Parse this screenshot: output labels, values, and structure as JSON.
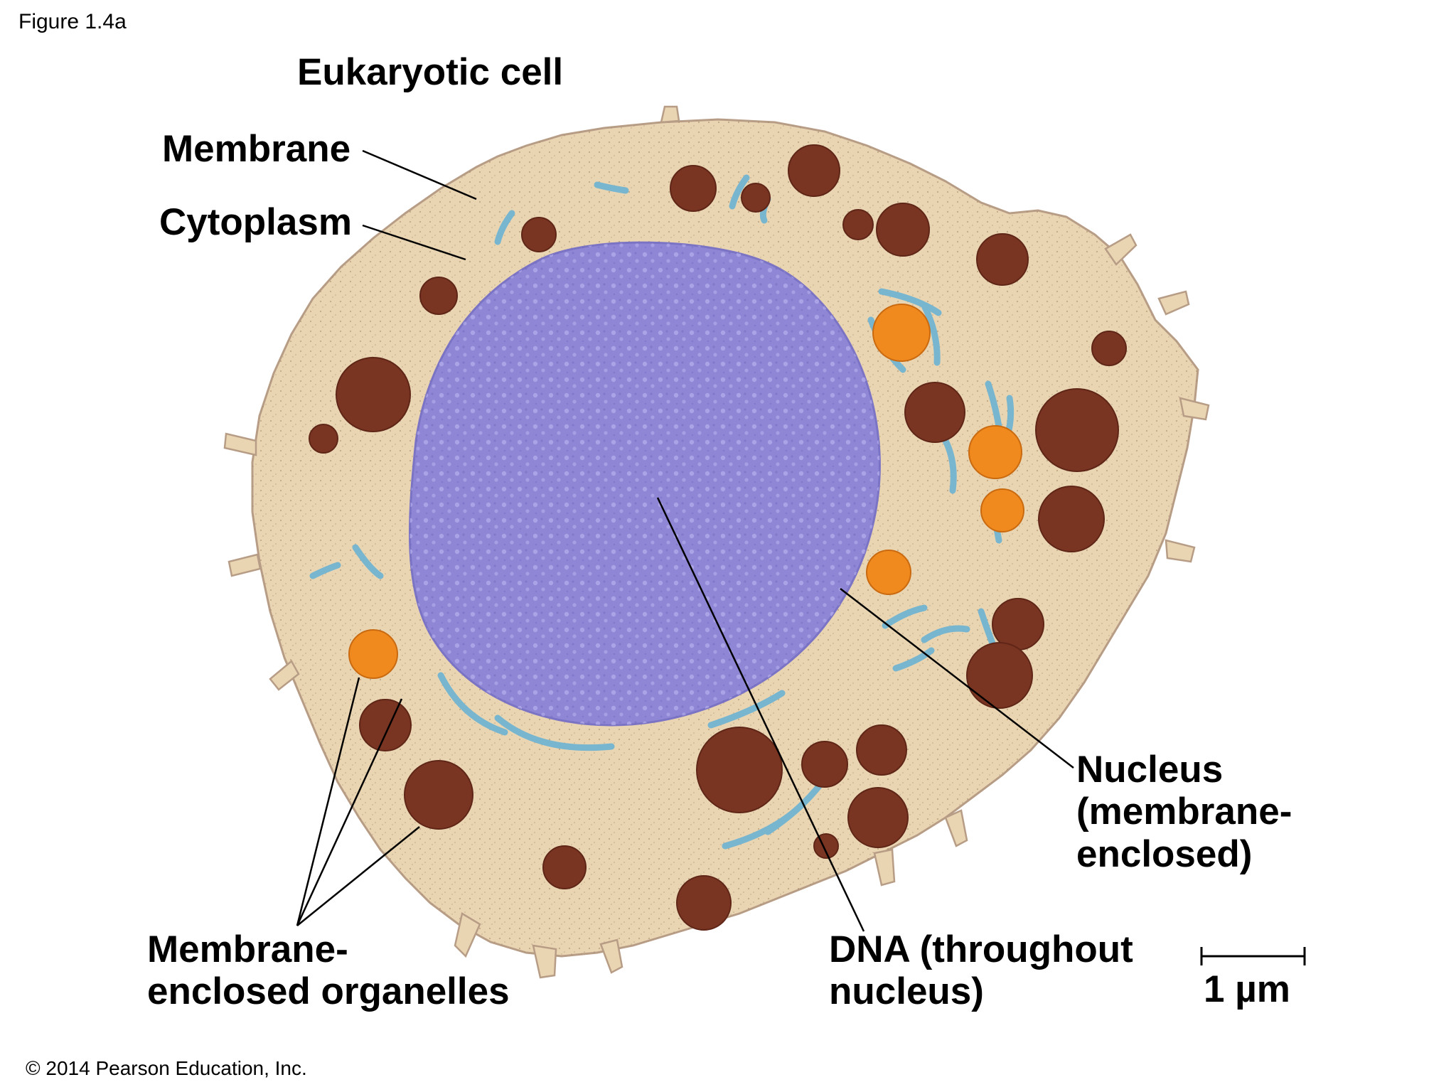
{
  "figure_number": "Figure 1.4a",
  "title": "Eukaryotic cell",
  "labels": {
    "membrane": "Membrane",
    "cytoplasm": "Cytoplasm",
    "organelles": "Membrane-\nenclosed organelles",
    "dna": "DNA (throughout\nnucleus)",
    "nucleus": "Nucleus\n(membrane-\nenclosed)"
  },
  "scale_bar": {
    "label": "1 µm"
  },
  "copyright": "© 2014 Pearson Education, Inc.",
  "colors": {
    "cytoplasm": "#ead5b3",
    "nucleus": "#8f87d6",
    "organelle_brown": "#7a3522",
    "organelle_orange": "#f08a1e",
    "er_blue": "#78b6cf",
    "leader_line": "#000000"
  }
}
